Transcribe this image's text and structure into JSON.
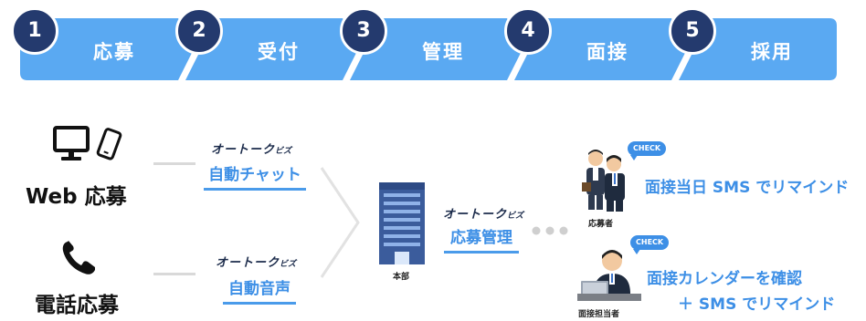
{
  "steps": [
    {
      "number": "1",
      "label": "応募"
    },
    {
      "number": "2",
      "label": "受付"
    },
    {
      "number": "3",
      "label": "管理"
    },
    {
      "number": "4",
      "label": "面接"
    },
    {
      "number": "5",
      "label": "採用"
    }
  ],
  "colors": {
    "step_bar": "#5aa9f2",
    "step_badge": "#243a6e",
    "accent_text": "#3d8fe6",
    "logo_text": "#1a2a4a",
    "divider_gray": "#d9d9d9",
    "building": "#3b5c9c"
  },
  "channels": {
    "web": {
      "label": "Web 応募",
      "icons": [
        "monitor-icon",
        "smartphone-icon"
      ],
      "brand": {
        "main": "オートーク",
        "suffix": "ビズ"
      },
      "service": "自動チャット"
    },
    "phone": {
      "label": "電話応募",
      "icons": [
        "phone-icon"
      ],
      "brand": {
        "main": "オートーク",
        "suffix": "ビズ"
      },
      "service": "自動音声"
    }
  },
  "center": {
    "building_caption": "本部",
    "icon": "office-building-icon",
    "brand": {
      "main": "オートーク",
      "suffix": "ビズ"
    },
    "service": "応募管理",
    "dots_icon": "ellipsis-icon"
  },
  "targets": {
    "applicant": {
      "badge": "CHECK",
      "caption": "応募者",
      "icon": "applicants-icon",
      "message": "面接当日 SMS でリマインド"
    },
    "interviewer": {
      "badge": "CHECK",
      "caption": "面接担当者",
      "icon": "interviewer-icon",
      "message_line1": "面接カレンダーを確認",
      "message_line2": "＋ SMS でリマインド"
    }
  }
}
